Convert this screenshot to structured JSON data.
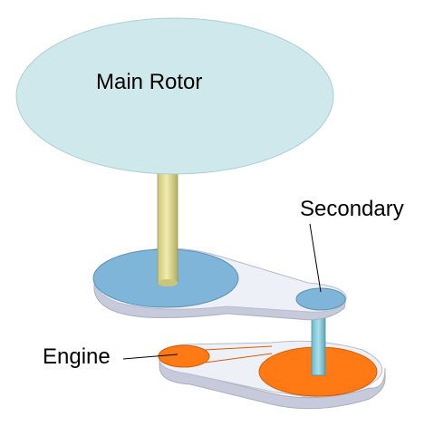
{
  "labels": {
    "main_rotor": "Main Rotor",
    "secondary": "Secondary",
    "engine": "Engine"
  },
  "colors": {
    "rotor_disc": "#cfe8ec",
    "rotor_disc_edge": "#9fc6cc",
    "shaft": "#e3e096",
    "shaft_shade": "#bdb96a",
    "upper_pulley": "#7fb5d8",
    "belt_light": "#eef0f7",
    "belt_shade": "#c6cadb",
    "lower_pulley": "#ff7a14",
    "link_shaft": "#8fd0e0",
    "text": "#000000"
  }
}
